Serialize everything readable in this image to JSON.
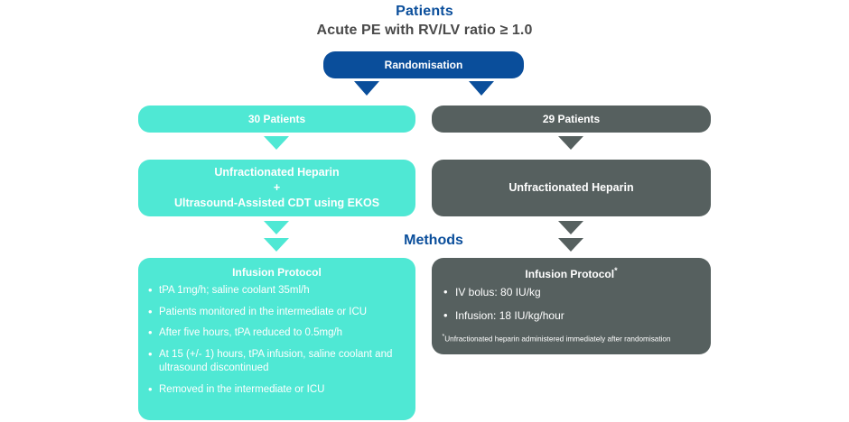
{
  "header": {
    "title": "Patients",
    "subtitle": "Acute PE with RV/LV ratio ≥ 1.0"
  },
  "section_label": {
    "methods": "Methods"
  },
  "colors": {
    "blue": "#0A4E9B",
    "teal": "#4FE8D4",
    "gray": "#56605F",
    "white": "#FFFFFF",
    "subtitle_gray": "#4A4A4A"
  },
  "randomisation": {
    "label": "Randomisation"
  },
  "arms": {
    "left": {
      "count_label": "30 Patients",
      "treatment_lines": [
        "Unfractionated Heparin",
        "+",
        "Ultrasound-Assisted CDT using EKOS"
      ],
      "protocol": {
        "heading": "Infusion Protocol",
        "heading_star": "",
        "bullets": [
          "tPA 1mg/h; saline coolant 35ml/h",
          "Patients monitored in the intermediate or ICU",
          "After five hours, tPA reduced to 0.5mg/h",
          "At 15 (+/- 1) hours, tPA infusion, saline coolant and ultrasound discontinued",
          "Removed in the intermediate or ICU"
        ],
        "footnote": ""
      }
    },
    "right": {
      "count_label": "29 Patients",
      "treatment_lines": [
        "Unfractionated Heparin"
      ],
      "protocol": {
        "heading": "Infusion Protocol",
        "heading_star": "*",
        "bullets": [
          "IV bolus: 80 IU/kg",
          "Infusion: 18 IU/kg/hour"
        ],
        "footnote_star": "*",
        "footnote": "Unfractionated heparin administered immediately after randomisation"
      }
    }
  },
  "arrows": {
    "randomisation_to_left": "down-arrow-icon",
    "randomisation_to_right": "down-arrow-icon",
    "left_count_to_treatment": "down-arrow-icon",
    "left_treatment_to_protocol_a": "down-arrow-icon",
    "left_treatment_to_protocol_b": "down-arrow-icon",
    "right_count_to_treatment": "down-arrow-icon",
    "right_treatment_to_protocol_a": "down-arrow-icon",
    "right_treatment_to_protocol_b": "down-arrow-icon"
  }
}
